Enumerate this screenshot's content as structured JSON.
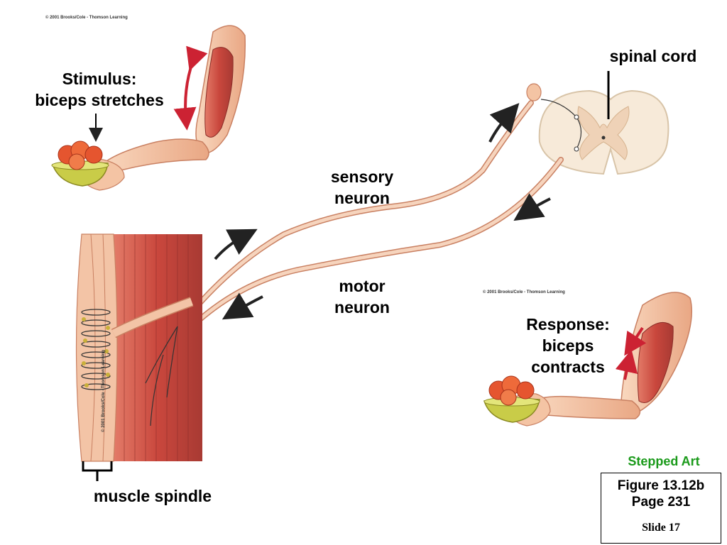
{
  "labels": {
    "stimulus": "Stimulus:",
    "stimulus_detail": "biceps stretches",
    "spinal_cord": "spinal cord",
    "sensory_1": "sensory",
    "sensory_2": "neuron",
    "motor_1": "motor",
    "motor_2": "neuron",
    "response": "Response:",
    "response_2": "biceps",
    "response_3": "contracts",
    "muscle_spindle": "muscle spindle"
  },
  "copyrights": {
    "top": "© 2001 Brooks/Cole - Thomson Learning",
    "right": "© 2001 Brooks/Cole - Thomson Learning",
    "vertical": "© 2001 Brooks/Cole - Thomson Learning"
  },
  "footer": {
    "stepped_art": "Stepped Art",
    "figure": "Figure 13.12b",
    "page": "Page 231",
    "slide": "Slide 17"
  },
  "colors": {
    "muscle": "#c9473d",
    "skin": "#f4c4a4",
    "nerve": "#f1c9b2",
    "arrow": "#222222",
    "stretch_arrow": "#cc2233",
    "stepped_art": "#1a9a1a"
  }
}
